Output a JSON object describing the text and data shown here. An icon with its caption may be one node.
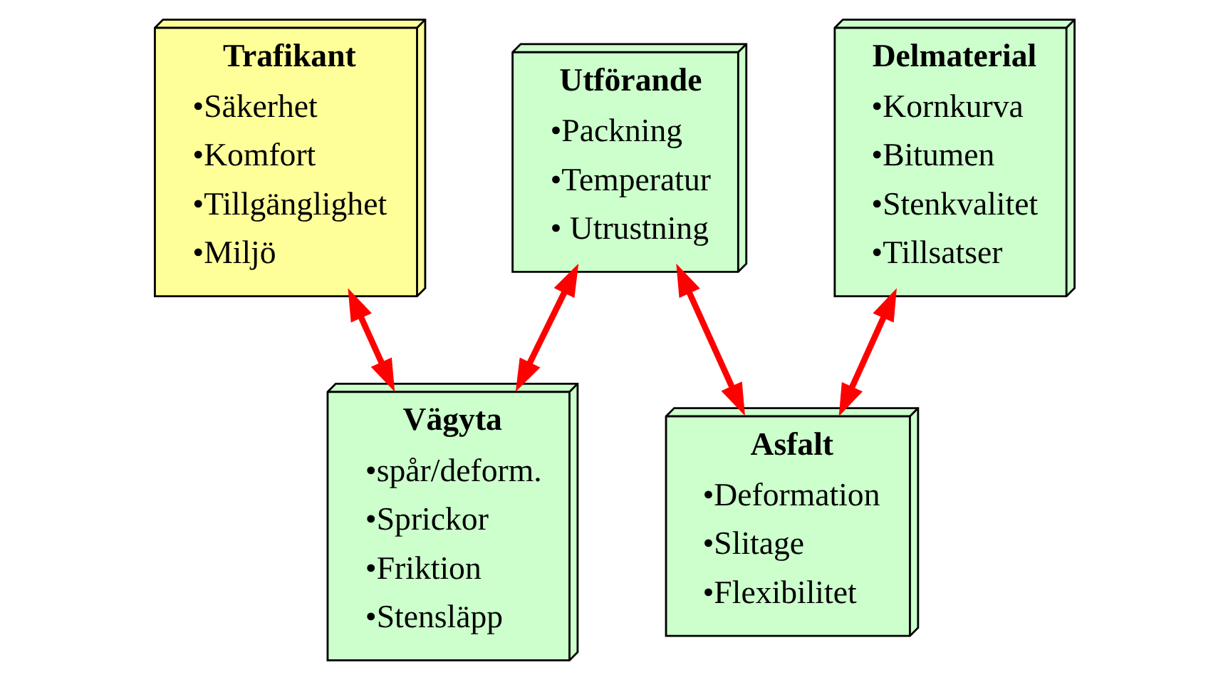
{
  "diagram": {
    "nodes": [
      {
        "text": [
          "Trafikant",
          "•Säkerhet",
          "•Komfort",
          "•Tillgänglighet",
          "•Miljö"
        ]
      },
      {
        "text": [
          "Utförande",
          "•Packning",
          "•Temperatur",
          "• Utrustning"
        ]
      },
      {
        "text": [
          "Delmaterial",
          "•Kornkurva",
          "•Bitumen",
          "•Stenkvalitet",
          "•Tillsatser"
        ]
      },
      {
        "text": [
          "Vägyta",
          "•spår/deform.",
          "•Sprickor",
          "•Friktion",
          "•Stensläpp"
        ]
      },
      {
        "text": [
          "Asfalt",
          "•Deformation",
          "•Slitage",
          "•Flexibilitet"
        ]
      }
    ],
    "edges": [
      {
        "from": 0,
        "to": 3,
        "arrow": "both"
      },
      {
        "from": 1,
        "to": 3,
        "arrow": "both"
      },
      {
        "from": 1,
        "to": 4,
        "arrow": "both"
      },
      {
        "from": 2,
        "to": 4,
        "arrow": "both"
      }
    ]
  }
}
